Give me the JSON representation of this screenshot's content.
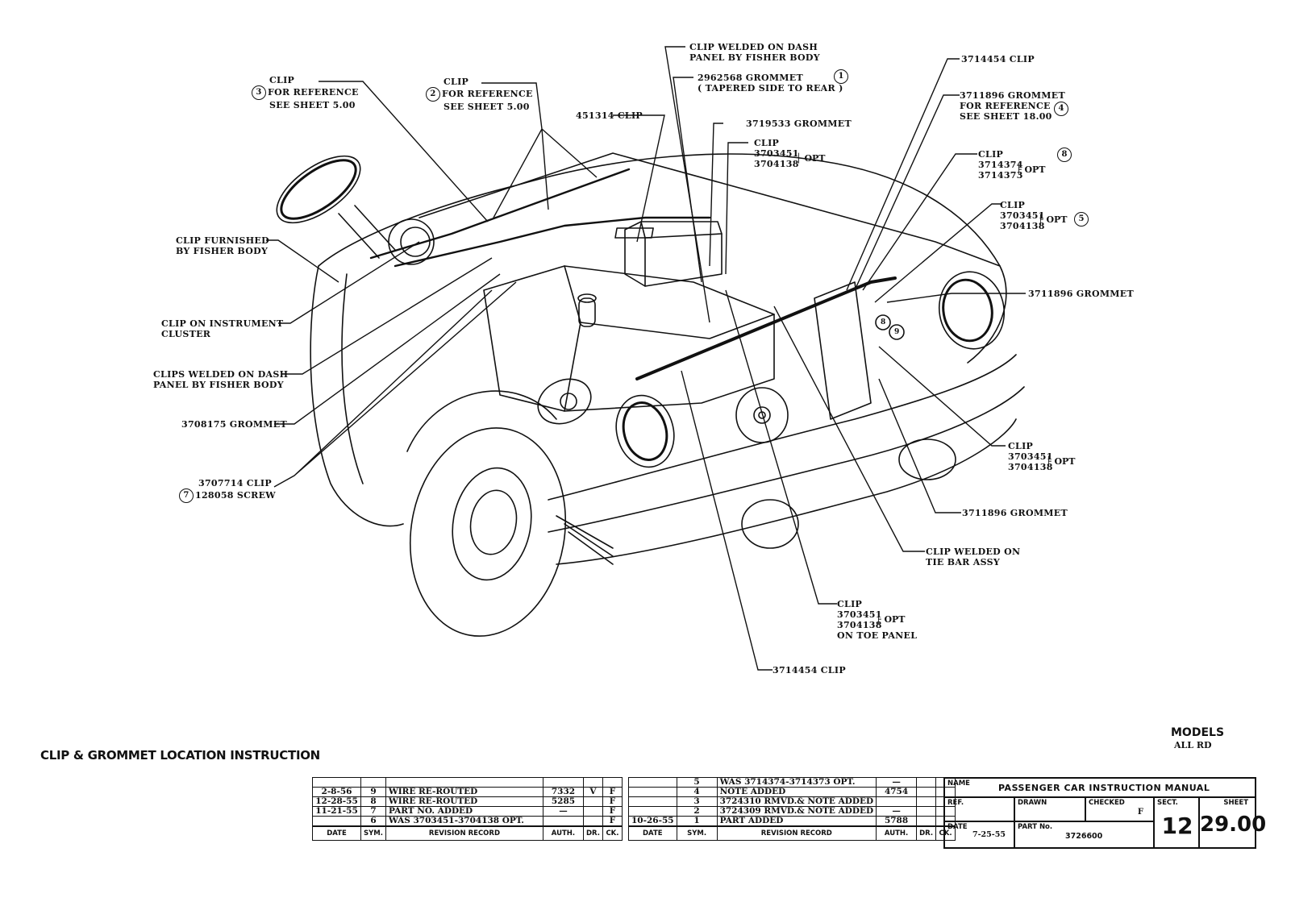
{
  "drawing": {
    "title": "CLIP & GROMMET LOCATION INSTRUCTION",
    "models_label": "MODELS",
    "models_value": "ALL RD",
    "subject": "Passenger car front-end wiring harness, engine compartment perspective view"
  },
  "callouts": {
    "clip_ref_3": {
      "circle": "3",
      "lines": [
        "CLIP",
        "FOR REFERENCE",
        "SEE SHEET 5.00"
      ]
    },
    "clip_ref_2": {
      "circle": "2",
      "lines": [
        "CLIP",
        "FOR REFERENCE",
        "SEE SHEET 5.00"
      ]
    },
    "clip_451314": {
      "lines": [
        "451314 CLIP"
      ]
    },
    "clip_welded_dash": {
      "lines": [
        "CLIP WELDED ON DASH",
        "PANEL BY FISHER BODY"
      ]
    },
    "grommet_2962568": {
      "circle": "1",
      "lines": [
        "2962568 GROMMET",
        "( TAPERED SIDE TO REAR )"
      ]
    },
    "grommet_3719533": {
      "lines": [
        "3719533 GROMMET"
      ]
    },
    "clip_opt_top": {
      "lines": [
        "CLIP",
        "3703451",
        "3704138"
      ],
      "opt": "OPT"
    },
    "clip_3714454_top": {
      "lines": [
        "3714454 CLIP"
      ]
    },
    "grommet_3711896_ref": {
      "circle": "4",
      "lines": [
        "3711896 GROMMET",
        "FOR REFERENCE",
        "SEE SHEET 18.00"
      ]
    },
    "clip_opt_8": {
      "circle": "8",
      "lines": [
        "CLIP",
        "3714374",
        "3714373"
      ],
      "opt": "OPT"
    },
    "clip_opt_5": {
      "circle": "5",
      "lines": [
        "CLIP",
        "3703451",
        "3704138"
      ],
      "opt": "OPT"
    },
    "grommet_3711896_right": {
      "lines": [
        "3711896 GROMMET"
      ]
    },
    "clip_furnished": {
      "lines": [
        "CLIP FURNISHED",
        "BY FISHER BODY"
      ]
    },
    "clip_instrument": {
      "lines": [
        "CLIP ON INSTRUMENT",
        "CLUSTER"
      ]
    },
    "clips_welded_dash": {
      "lines": [
        "CLIPS WELDED ON DASH",
        "PANEL BY FISHER BODY"
      ]
    },
    "grommet_3708175": {
      "lines": [
        "3708175 GROMMET"
      ]
    },
    "clip_3707714": {
      "circle": "7",
      "lines": [
        "3707714 CLIP",
        "128058  SCREW"
      ]
    },
    "clip_opt_lower_right": {
      "lines": [
        "CLIP",
        "3703451",
        "3704138"
      ],
      "opt": "OPT"
    },
    "grommet_3711896_lower": {
      "lines": [
        "3711896 GROMMET"
      ]
    },
    "clip_tie_bar": {
      "lines": [
        "CLIP WELDED ON",
        "TIE BAR ASSY"
      ]
    },
    "clip_toe_panel": {
      "lines": [
        "CLIP",
        "3703451",
        "3704138",
        "ON TOE PANEL"
      ],
      "opt": "OPT"
    },
    "clip_3714454_bottom": {
      "lines": [
        "3714454 CLIP"
      ]
    },
    "marker_8": "8",
    "marker_9": "9"
  },
  "revisions_left": {
    "rows": [
      {
        "date": "2-8-56",
        "sym": "9",
        "record": "WIRE RE-ROUTED",
        "auth": "7332",
        "dr": "V",
        "ck": "F"
      },
      {
        "date": "12-28-55",
        "sym": "8",
        "record": "WIRE RE-ROUTED",
        "auth": "5285",
        "dr": "",
        "ck": "F"
      },
      {
        "date": "11-21-55",
        "sym": "7",
        "record": "PART NO. ADDED",
        "auth": "—",
        "dr": "",
        "ck": "F"
      },
      {
        "date": "",
        "sym": "6",
        "record": "WAS 3703451-3704138 OPT.",
        "auth": "",
        "dr": "",
        "ck": "F"
      }
    ],
    "headers": [
      "DATE",
      "SYM.",
      "REVISION RECORD",
      "AUTH.",
      "DR.",
      "CK."
    ]
  },
  "revisions_right": {
    "rows": [
      {
        "date": "",
        "sym": "5",
        "record": "WAS 3714374-3714373 OPT.",
        "auth": "—",
        "dr": "",
        "ck": ""
      },
      {
        "date": "",
        "sym": "4",
        "record": "NOTE ADDED",
        "auth": "4754",
        "dr": "",
        "ck": ""
      },
      {
        "date": "",
        "sym": "3",
        "record": "3724310 RMVD.& NOTE ADDED",
        "auth": "",
        "dr": "",
        "ck": ""
      },
      {
        "date": "",
        "sym": "2",
        "record": "3724309 RMVD.& NOTE ADDED",
        "auth": "—",
        "dr": "",
        "ck": ""
      },
      {
        "date": "10-26-55",
        "sym": "1",
        "record": "PART ADDED",
        "auth": "5788",
        "dr": "",
        "ck": ""
      }
    ],
    "headers": [
      "DATE",
      "SYM.",
      "REVISION RECORD",
      "AUTH.",
      "DR.",
      "CK."
    ]
  },
  "title_block": {
    "name_label": "NAME",
    "name_value": "PASSENGER CAR INSTRUCTION MANUAL",
    "ref_label": "REF.",
    "ref_value": "",
    "drawn_label": "DRAWN",
    "drawn_value": "",
    "checked_label": "CHECKED",
    "checked_value": "F",
    "date_label": "DATE",
    "date_value": "7-25-55",
    "part_label": "PART No.",
    "part_value": "3726600",
    "sect_label": "SECT.",
    "sect_value": "12",
    "sheet_label": "SHEET",
    "sheet_value": "29.00"
  }
}
